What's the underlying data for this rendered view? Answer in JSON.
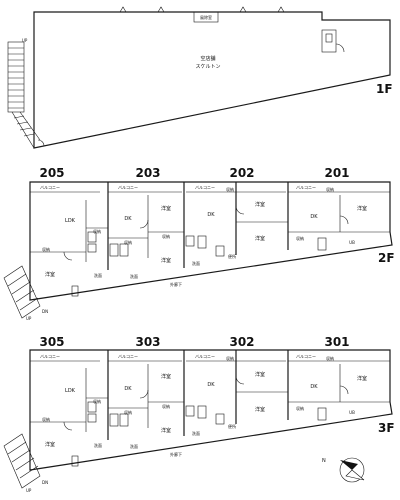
{
  "floor1": {
    "label": "1F",
    "shop_line1": "空店舗",
    "shop_line2": "スケルトン",
    "room_top": "風除室",
    "stair_label": "UP"
  },
  "floor2": {
    "label": "2F",
    "units": [
      "205",
      "203",
      "202",
      "201"
    ],
    "balcony": "バルコニー",
    "ldk": "LDK",
    "dk": "DK",
    "western": "洋室",
    "storage": "収納",
    "ub": "UB",
    "washroom": "洗面",
    "toilet": "便所",
    "corridor": "外廊下",
    "stair_label": "UP",
    "stair_label2": "DN"
  },
  "floor3": {
    "label": "3F",
    "units": [
      "305",
      "303",
      "302",
      "301"
    ],
    "balcony": "バルコニー",
    "ldk": "LDK",
    "dk": "DK",
    "western": "洋室",
    "storage": "収納",
    "ub": "UB",
    "washroom": "洗面",
    "toilet": "便所",
    "corridor": "外廊下",
    "stair_label": "UP",
    "stair_label2": "DN"
  },
  "compass": {
    "label": "N"
  }
}
